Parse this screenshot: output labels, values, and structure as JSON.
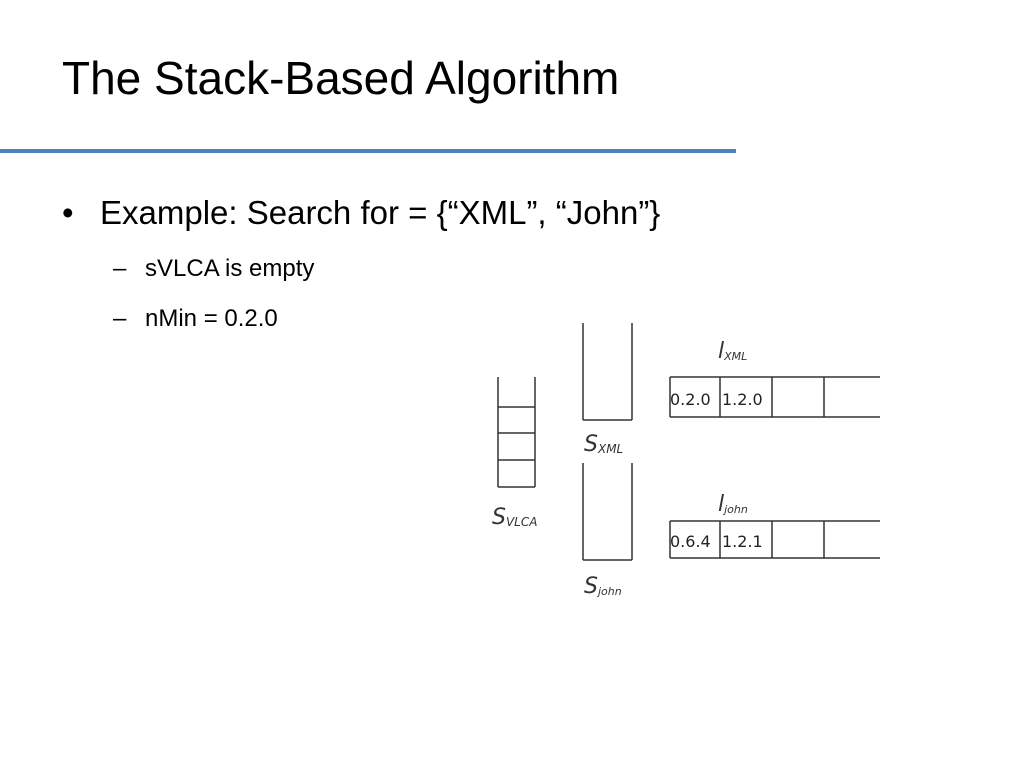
{
  "slide": {
    "title": "The Stack-Based Algorithm",
    "bullet": "Example: Search for = {“XML”, “John”}",
    "subitems": [
      "sVLCA is empty",
      "nMin = 0.2.0"
    ]
  },
  "diagram": {
    "stack_vlca": {
      "label_main": "S",
      "label_sub": "VLCA"
    },
    "stack_xml": {
      "label_main": "S",
      "label_sub": "XML"
    },
    "stack_john": {
      "label_main": "S",
      "label_sub": "john"
    },
    "list_xml": {
      "label_main": "l",
      "label_sub": "XML",
      "cells": [
        "0.2.0",
        "1.2.0",
        "",
        ""
      ]
    },
    "list_john": {
      "label_main": "l",
      "label_sub": "john",
      "cells": [
        "0.6.4",
        "1.2.1",
        "",
        ""
      ]
    }
  },
  "colors": {
    "accent_rule": "#4f81bd"
  }
}
